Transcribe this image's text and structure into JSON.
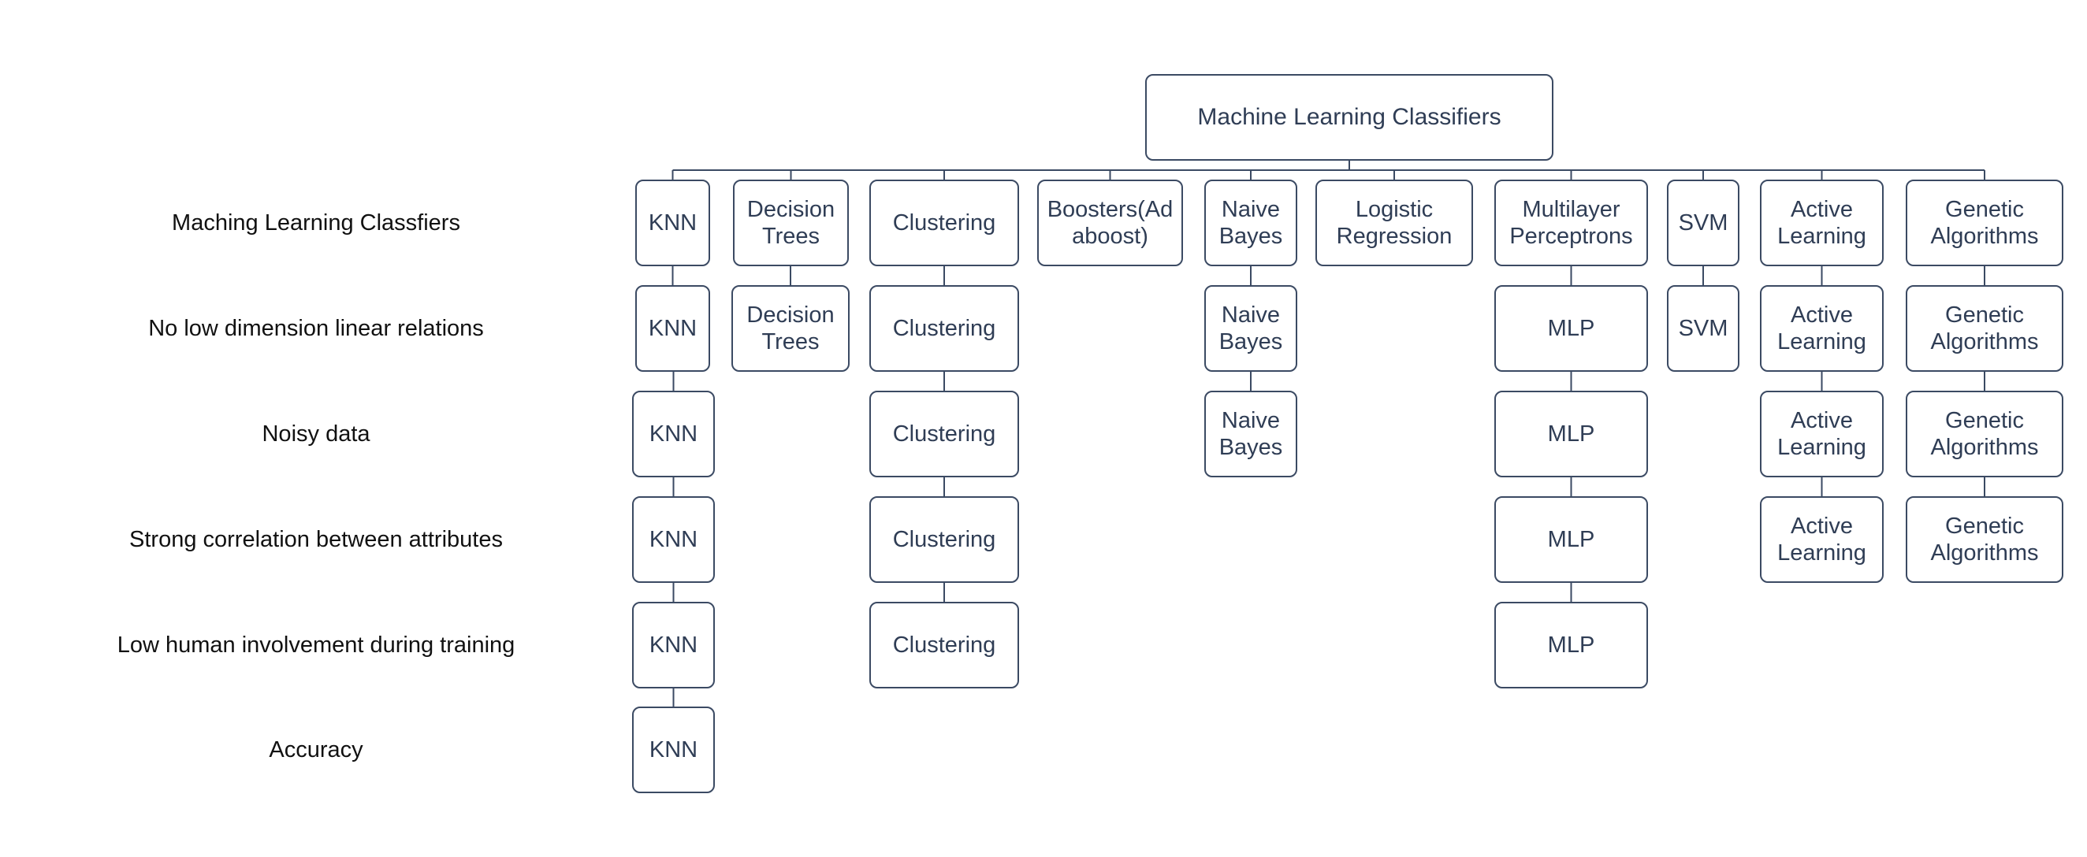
{
  "diagram": {
    "root": "Machine Learning Classifiers",
    "row_labels": [
      "Maching Learning Classfiers",
      "No low dimension linear relations",
      "Noisy data",
      "Strong correlation between attributes",
      "Low human involvement during training",
      "Accuracy"
    ],
    "columns": [
      {
        "id": "knn",
        "cells": [
          "KNN",
          "KNN",
          "KNN",
          "KNN",
          "KNN",
          "KNN"
        ]
      },
      {
        "id": "decision-trees",
        "cells": [
          "Decision Trees",
          "Decision Trees"
        ]
      },
      {
        "id": "clustering",
        "cells": [
          "Clustering",
          "Clustering",
          "Clustering",
          "Clustering",
          "Clustering"
        ]
      },
      {
        "id": "boosters",
        "cells": [
          "Boosters(Ad aboost)"
        ]
      },
      {
        "id": "naive-bayes",
        "cells": [
          "Naive Bayes",
          "Naive Bayes",
          "Naive Bayes"
        ]
      },
      {
        "id": "logistic-regression",
        "cells": [
          "Logistic Regression"
        ]
      },
      {
        "id": "mlp",
        "cells": [
          "Multilayer Perceptrons",
          "MLP",
          "MLP",
          "MLP",
          "MLP"
        ]
      },
      {
        "id": "svm",
        "cells": [
          "SVM",
          "SVM"
        ]
      },
      {
        "id": "active-learning",
        "cells": [
          "Active Learning",
          "Active Learning",
          "Active Learning",
          "Active Learning"
        ]
      },
      {
        "id": "genetic-algorithms",
        "cells": [
          "Genetic Algorithms",
          "Genetic Algorithms",
          "Genetic Algorithms",
          "Genetic Algorithms"
        ]
      }
    ],
    "colors": {
      "border": "#3b4a63",
      "text": "#2f3d55",
      "label": "#111111"
    }
  }
}
